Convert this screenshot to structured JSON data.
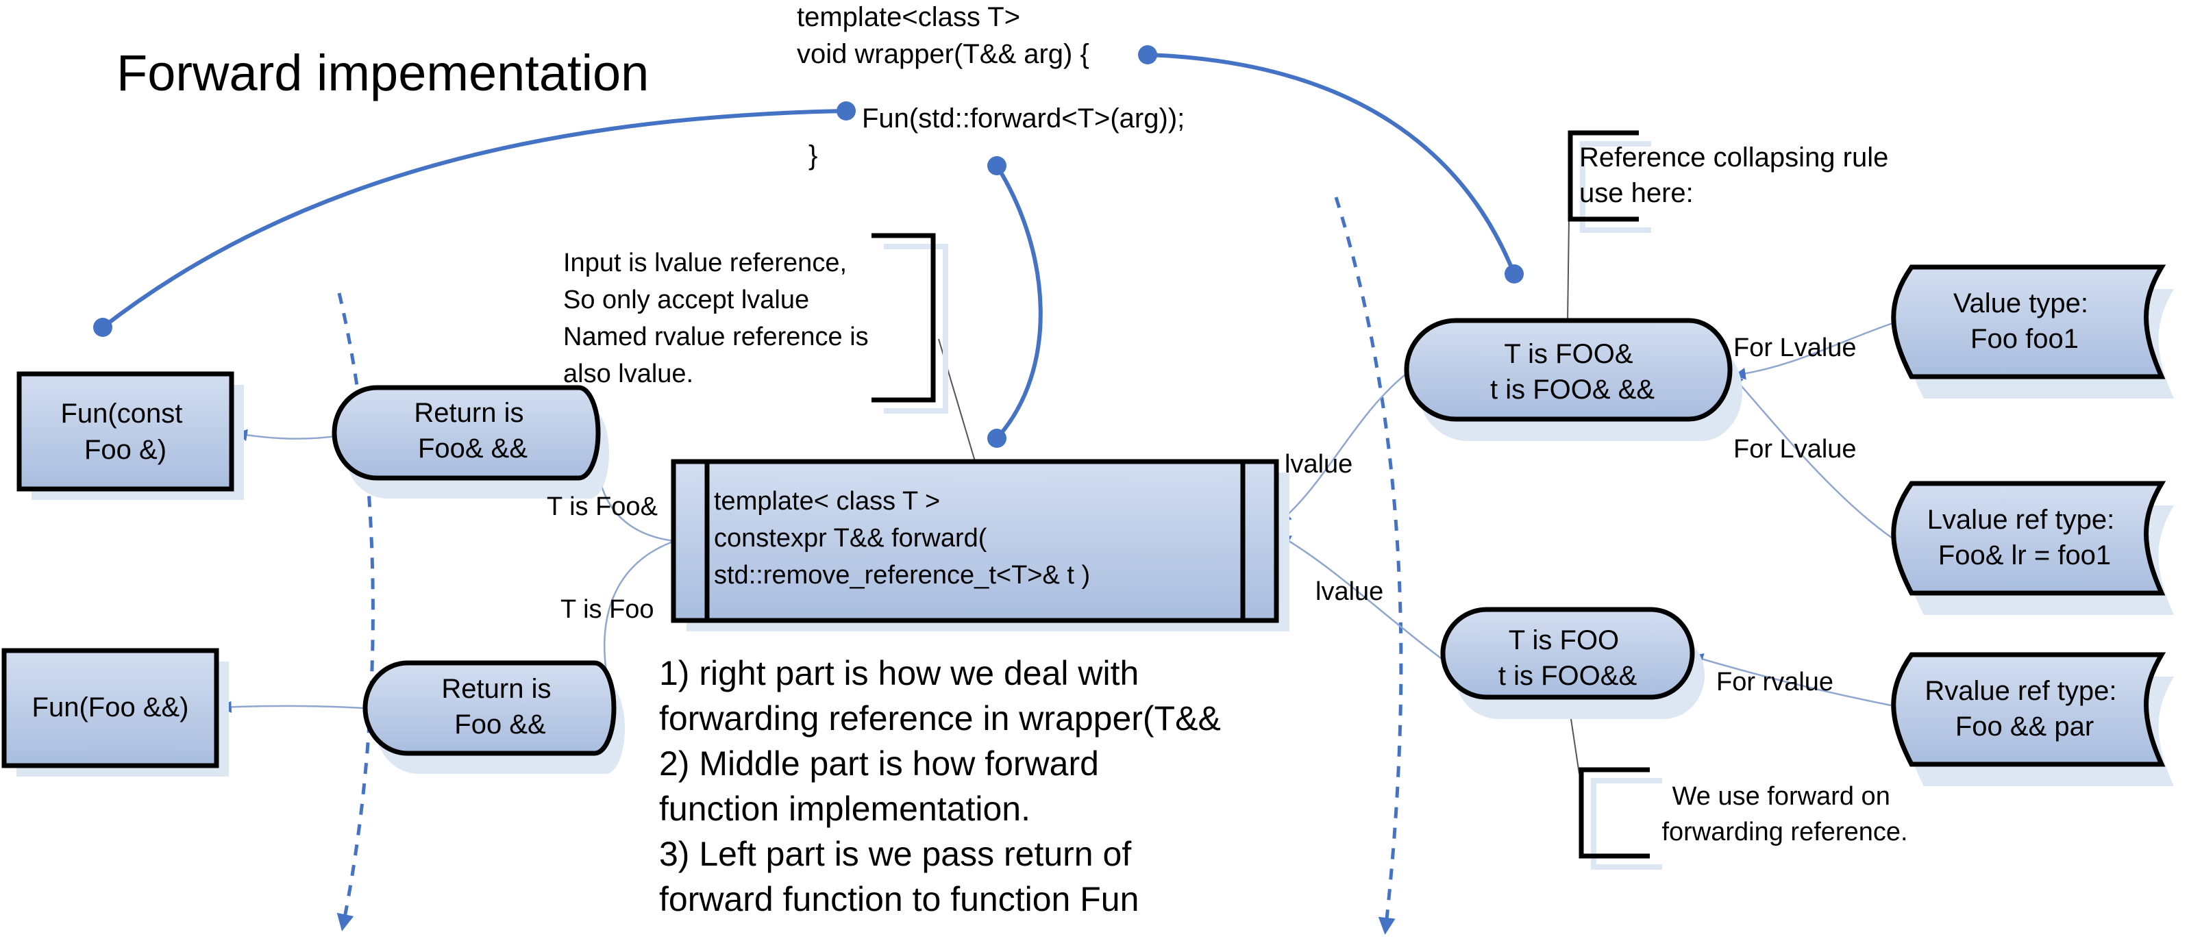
{
  "title": "Forward impementation",
  "code_top": {
    "line1": "template<class T>",
    "line2": "void wrapper(T&& arg) {",
    "line3": "Fun(std::forward<T>(arg));",
    "line4": "}"
  },
  "note_reference_collapsing": [
    "Reference collapsing rule",
    "use here:"
  ],
  "note_input_lvalue": [
    "Input is lvalue reference,",
    "So only accept lvalue",
    "Named rvalue reference is",
    "also lvalue."
  ],
  "note_forward_on": [
    "We use forward on",
    "forwarding reference."
  ],
  "boxes": {
    "fun_const": [
      "Fun(const",
      "Foo &)"
    ],
    "fun_rvalue": "Fun(Foo &&)",
    "forward_decl": [
      "template< class T >",
      "constexpr T&& forward(",
      "std::remove_reference_t<T>& t )"
    ],
    "value_type": [
      "Value type:",
      "Foo foo1"
    ],
    "lvalue_ref_type": [
      "Lvalue ref type:",
      "Foo& lr = foo1"
    ],
    "rvalue_ref_type": [
      "Rvalue ref type:",
      "Foo && par"
    ]
  },
  "nodes": {
    "return_lref": [
      "Return is",
      "Foo& &&"
    ],
    "return_rref": [
      "Return is",
      "Foo &&"
    ],
    "t_is_foo_ref": [
      "T is FOO&",
      "t is FOO& &&"
    ],
    "t_is_foo": [
      "T is FOO",
      "t is FOO&&"
    ]
  },
  "edge_labels": {
    "t_is_foo_ref": "T is Foo&",
    "t_is_foo": "T is Foo",
    "lvalue_upper": "lvalue",
    "lvalue_lower": "lvalue",
    "for_lvalue_1": "For Lvalue",
    "for_lvalue_2": "For Lvalue",
    "for_rvalue": "For rvalue"
  },
  "explanation": [
    "1) right part is how we deal with",
    "forwarding reference in wrapper(T&&",
    "2) Middle part is how forward",
    "function implementation.",
    "3) Left part is we pass return of",
    "forward function to function Fun"
  ],
  "colors": {
    "box_fill": "#b8c9e5",
    "shadow": "#dde6f3",
    "connector": "#4472c4",
    "thin_line": "#8fa6cf",
    "outline": "#000000"
  }
}
